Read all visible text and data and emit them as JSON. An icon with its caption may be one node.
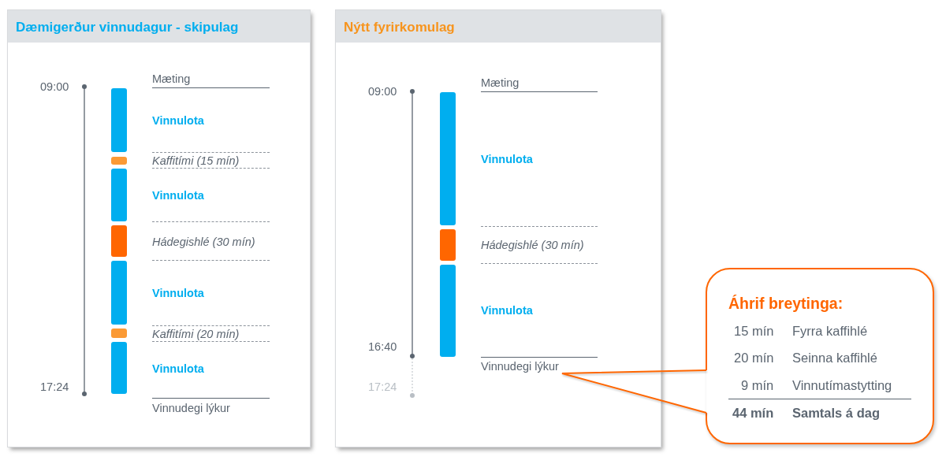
{
  "diagram": {
    "nodes": [
      {
        "text": [
          "Dæmigerður vinnudagur - skipulag",
          "Mæting",
          "09:00",
          "Vinnulota",
          "Kaffitími (15 mín)",
          "Vinnulota",
          "Hádegishlé (30 mín)",
          "Vinnulota",
          "Kaffitími (20 mín)",
          "Vinnulota",
          "17:24",
          "Vinnudegi lýkur"
        ]
      },
      {
        "text": [
          "Nýtt fyrirkomulag",
          "Mæting",
          "09:00",
          "Vinnulota",
          "Hádegishlé (30 mín)",
          "Vinnulota",
          "16:40",
          "17:24"
        ]
      },
      {
        "text": [
          "Vinnudegi lýkur"
        ],
        "in": 1
      },
      {
        "text": [
          "Áhrif breytinga:",
          "15 mín",
          "Fyrra kaffihlé",
          "20 mín",
          "Seinna kaffihlé",
          "9 mín",
          "Vinnutímastytting",
          "44 mín",
          "Samtals á dag"
        ]
      }
    ],
    "edges": [
      {
        "from": 3,
        "to": 2,
        "arrow": "none"
      }
    ]
  }
}
